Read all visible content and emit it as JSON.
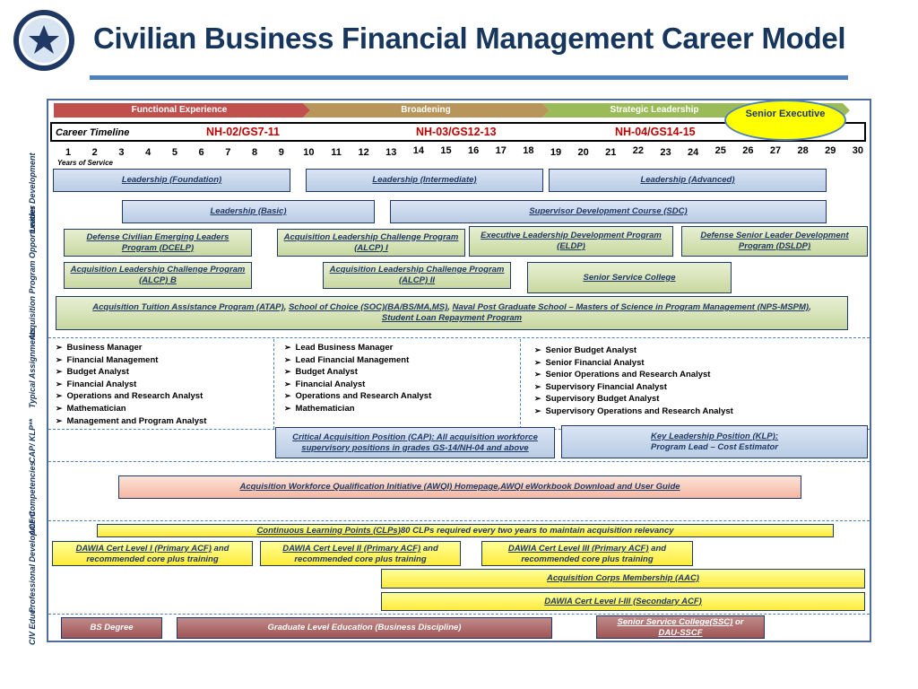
{
  "header": {
    "title": "Civilian Business Financial Management Career Model"
  },
  "phases": [
    "Functional Experience",
    "Broadening",
    "Strategic Leadership"
  ],
  "senior_executive": "Senior Executive",
  "timeline": {
    "label": "Career Timeline",
    "grades": [
      "NH-02/GS7-11",
      "NH-03/GS12-13",
      "NH-04/GS14-15"
    ],
    "years": [
      "1",
      "2",
      "3",
      "4",
      "5",
      "6",
      "7",
      "8",
      "9",
      "10",
      "11",
      "12",
      "13",
      "14",
      "15",
      "16",
      "17",
      "18",
      "19",
      "20",
      "21",
      "22",
      "23",
      "24",
      "25",
      "26",
      "27",
      "28",
      "29",
      "30"
    ],
    "years_caption": "Years of Service"
  },
  "row_labels": {
    "leader": "Leader Development",
    "acq": "Acquisition Program Opportunities",
    "assign": "Typical Assignments",
    "cap": "CAP/ KLP**",
    "acf": "ACF Competencies",
    "prof": "Professional Development",
    "civ": "CIV Educ."
  },
  "leader": {
    "foundation": "Leadership (Foundation)",
    "intermediate": "Leadership (Intermediate)",
    "advanced": "Leadership (Advanced)",
    "basic": "Leadership (Basic)",
    "sdc": "Supervisor Development Course (SDC)"
  },
  "acq": {
    "dcelp": "Defense Civilian Emerging Leaders Program (DCELP)",
    "alcp1": "Acquisition Leadership Challenge Program (ALCP) I",
    "eldp": "Executive Leadership Development Program (ELDP)",
    "dsldp": "Defense Senior Leader Development Program (DSLDP)",
    "alcpb": "Acquisition Leadership Challenge Program (ALCP) B",
    "alcp2": "Acquisition Leadership Challenge Program (ALCP) II",
    "ssc": "Senior Service College",
    "tuition_1": "Acquisition Tuition Assistance Program (ATAP)",
    "tuition_sep1": ", ",
    "tuition_2": "School of Choice (SOC)(BA/BS/MA,MS)",
    "tuition_sep2": ", ",
    "tuition_3": "Naval Post Graduate School – Masters of Science in Program Management (NPS-MSPM)",
    "tuition_sep3": ",",
    "tuition_4": "Student Loan Repayment Program"
  },
  "assignments": {
    "col1": [
      "Business Manager",
      "Financial Management",
      "Budget Analyst",
      "Financial Analyst",
      "Operations and Research Analyst",
      "Mathematician",
      "Management and Program Analyst"
    ],
    "col2": [
      "Lead Business Manager",
      "Lead Financial Management",
      "Budget Analyst",
      "Financial Analyst",
      "Operations and Research Analyst",
      "Mathematician"
    ],
    "col3": [
      "Senior Budget Analyst",
      "Senior Financial Analyst",
      "Senior Operations and Research Analyst",
      "Supervisory Financial Analyst",
      "Supervisory Budget Analyst",
      "Supervisory Operations and Research  Analyst"
    ]
  },
  "cap": {
    "cap_text": "Critical Acquisition Position (CAP): All acquisition workforce supervisory positions in grades GS-14/NH-04 and above",
    "klp_line1": "Key Leadership Position (KLP):",
    "klp_line2": "Program Lead – Cost Estimator"
  },
  "acf": {
    "link1": "Acquisition Workforce Qualification Initiative (AWQI) Homepage",
    "sep": ", ",
    "link2": "AWQI eWorkbook Download and User Guide"
  },
  "prof": {
    "clp_link": "Continuous Learning Points (CLPs)",
    "clp_text": " 80 CLPs required every two years to maintain acquisition relevancy",
    "dawia1_link": "DAWIA Cert Level I (Primary ACF)",
    "dawia1_text": " and recommended core plus training",
    "dawia2_link": "DAWIA Cert Level II (Primary ACF)",
    "dawia2_text": " and recommended core plus training",
    "dawia3_link": "DAWIA Cert Level III (Primary ACF)",
    "dawia3_text": " and recommended core plus training",
    "aac": "Acquisition Corps Membership (AAC)",
    "secondary": "DAWIA Cert Level I-III (Secondary ACF)"
  },
  "civ": {
    "bs": "BS Degree",
    "grad": "Graduate Level Education (Business Discipline)",
    "ssc_link": "Senior Service College(SSC)",
    "ssc_or": " or",
    "dau_link": "DAU-SSCF"
  },
  "colors": {
    "title": "#17365d",
    "grade": "#c00000",
    "phase1": "#c0504d",
    "phase2": "#b8955a",
    "phase3": "#9bbb59"
  }
}
